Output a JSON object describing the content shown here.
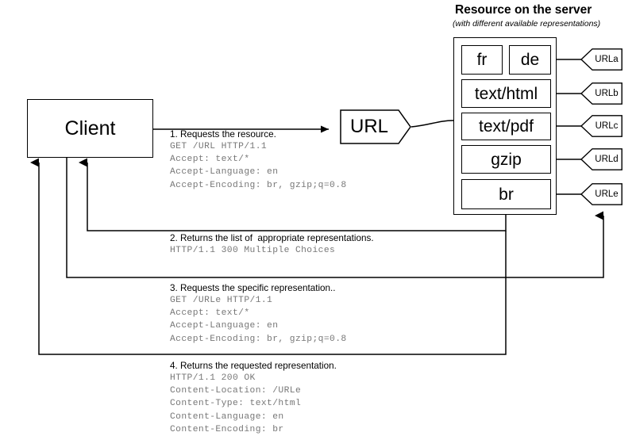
{
  "server": {
    "title": "Resource on the server",
    "subtitle": "(with different available representations)",
    "representations": [
      {
        "label": "fr"
      },
      {
        "label": "de"
      },
      {
        "label": "text/html"
      },
      {
        "label": "text/pdf"
      },
      {
        "label": "gzip"
      },
      {
        "label": "br"
      }
    ],
    "url_flags": [
      {
        "label": "URLa"
      },
      {
        "label": "URLb"
      },
      {
        "label": "URLc"
      },
      {
        "label": "URLd"
      },
      {
        "label": "URLe"
      }
    ]
  },
  "client": {
    "label": "Client"
  },
  "url_node": {
    "label": "URL"
  },
  "messages": [
    {
      "id": "msg-1",
      "heading": "1. Requests the resource.",
      "lines": "GET /URL HTTP/1.1\nAccept: text/*\nAccept-Language: en\nAccept-Encoding: br, gzip;q=0.8"
    },
    {
      "id": "msg-2",
      "heading": "2. Returns the list of  appropriate representations.",
      "lines": "HTTP/1.1 300 Multiple Choices"
    },
    {
      "id": "msg-3",
      "heading": "3. Requests the specific representation..",
      "lines": "GET /URLe HTTP/1.1\nAccept: text/*\nAccept-Language: en\nAccept-Encoding: br, gzip;q=0.8"
    },
    {
      "id": "msg-4",
      "heading": "4. Returns the requested representation.",
      "lines": "HTTP/1.1 200 OK\nContent-Location: /URLe\nContent-Type: text/html\nContent-Language: en\nContent-Encoding: br"
    }
  ],
  "colors": {
    "stroke": "#000000",
    "mono_text": "#777777",
    "background": "#ffffff"
  }
}
